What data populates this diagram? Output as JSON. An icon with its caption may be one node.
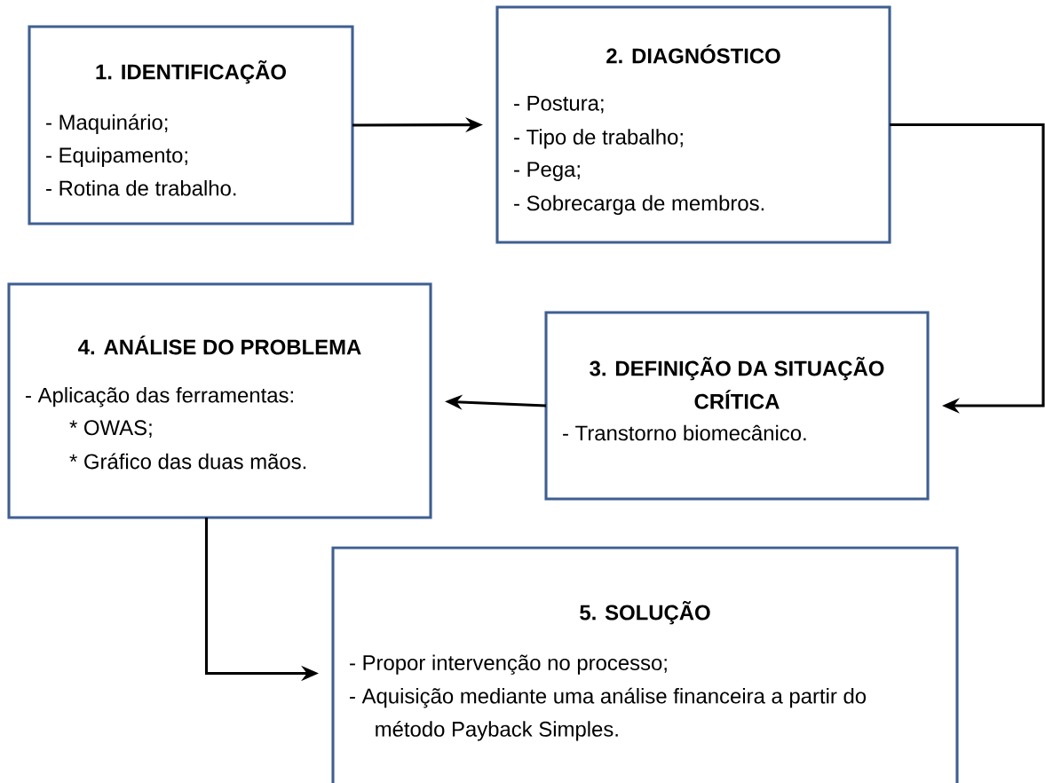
{
  "diagram": {
    "nodes": [
      {
        "text": [
          "1. IDENTIFICAÇÃO",
          "- Maquinário;",
          "- Equipamento;",
          "- Rotina de trabalho."
        ]
      },
      {
        "text": [
          "2. DIAGNÓSTICO",
          "- Postura;",
          "- Tipo de trabalho;",
          "- Pega;",
          "- Sobrecarga de membros."
        ]
      },
      {
        "text": [
          "4. ANÁLISE DO PROBLEMA",
          "- Aplicação das ferramentas:",
          "* OWAS;",
          "* Gráfico das duas mãos."
        ]
      },
      {
        "text": [
          "3. DEFINIÇÃO DA SITUAÇÃO CRÍTICA",
          "- Transtorno biomecânico."
        ]
      },
      {
        "text": [
          "5. SOLUÇÃO",
          "- Propor intervenção no processo;",
          "- Aquisição mediante uma análise financeira a partir do método Payback Simples."
        ]
      }
    ],
    "edges": [
      {
        "from": 0,
        "to": 1,
        "arrow": "to"
      },
      {
        "from": 1,
        "to": 3,
        "arrow": "to"
      },
      {
        "from": 3,
        "to": 2,
        "arrow": "to"
      },
      {
        "from": 2,
        "to": 4,
        "arrow": "to"
      }
    ]
  }
}
